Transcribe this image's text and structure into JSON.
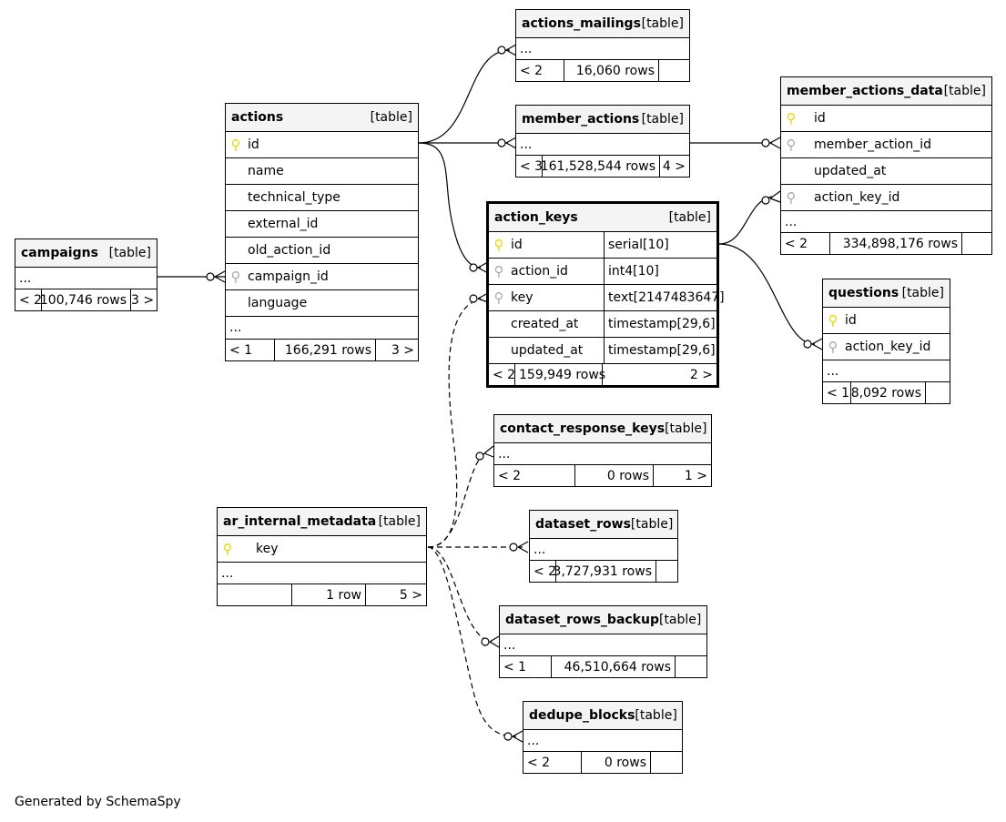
{
  "credit": "Generated by SchemaSpy",
  "tables": {
    "campaigns": {
      "name": "campaigns",
      "tag": "[table]",
      "more": "...",
      "parents": "< 2",
      "rows": "100,746 rows",
      "children": "3 >"
    },
    "actions": {
      "name": "actions",
      "tag": "[table]",
      "columns": [
        "id",
        "name",
        "technical_type",
        "external_id",
        "old_action_id",
        "campaign_id",
        "language"
      ],
      "more": "...",
      "parents": "< 1",
      "rows": "166,291 rows",
      "children": "3 >"
    },
    "actions_mailings": {
      "name": "actions_mailings",
      "tag": "[table]",
      "more": "...",
      "parents": "< 2",
      "rows": "16,060 rows",
      "children": ""
    },
    "member_actions": {
      "name": "member_actions",
      "tag": "[table]",
      "more": "...",
      "parents": "< 3",
      "rows": "161,528,544 rows",
      "children": "4 >"
    },
    "action_keys": {
      "name": "action_keys",
      "tag": "[table]",
      "columns": [
        {
          "name": "id",
          "type": "serial[10]"
        },
        {
          "name": "action_id",
          "type": "int4[10]"
        },
        {
          "name": "key",
          "type": "text[2147483647]"
        },
        {
          "name": "created_at",
          "type": "timestamp[29,6]"
        },
        {
          "name": "updated_at",
          "type": "timestamp[29,6]"
        }
      ],
      "parents": "< 2",
      "rows": "159,949 rows",
      "children": "2 >"
    },
    "member_actions_data": {
      "name": "member_actions_data",
      "tag": "[table]",
      "columns": [
        "id",
        "member_action_id",
        "updated_at",
        "action_key_id"
      ],
      "more": "...",
      "parents": "< 2",
      "rows": "334,898,176 rows",
      "children": ""
    },
    "questions": {
      "name": "questions",
      "tag": "[table]",
      "columns": [
        "id",
        "action_key_id"
      ],
      "more": "...",
      "parents": "< 1",
      "rows": "8,092 rows",
      "children": ""
    },
    "contact_response_keys": {
      "name": "contact_response_keys",
      "tag": "[table]",
      "more": "...",
      "parents": "< 2",
      "rows": "0 rows",
      "children": "1 >"
    },
    "ar_internal_metadata": {
      "name": "ar_internal_metadata",
      "tag": "[table]",
      "columns": [
        "key"
      ],
      "more": "...",
      "parents": "",
      "rows": "1 row",
      "children": "5 >"
    },
    "dataset_rows": {
      "name": "dataset_rows",
      "tag": "[table]",
      "more": "...",
      "parents": "< 2",
      "rows": "3,727,931 rows",
      "children": ""
    },
    "dataset_rows_backup": {
      "name": "dataset_rows_backup",
      "tag": "[table]",
      "more": "...",
      "parents": "< 1",
      "rows": "46,510,664 rows",
      "children": ""
    },
    "dedupe_blocks": {
      "name": "dedupe_blocks",
      "tag": "[table]",
      "more": "...",
      "parents": "< 2",
      "rows": "0 rows",
      "children": ""
    }
  },
  "icons": {
    "primary_key": "key-icon-yellow",
    "foreign_key": "key-icon-gray"
  },
  "colors": {
    "primary_key": "#e8d800",
    "foreign_key": "#aaaaaa",
    "header_bg": "#f4f4f4"
  }
}
